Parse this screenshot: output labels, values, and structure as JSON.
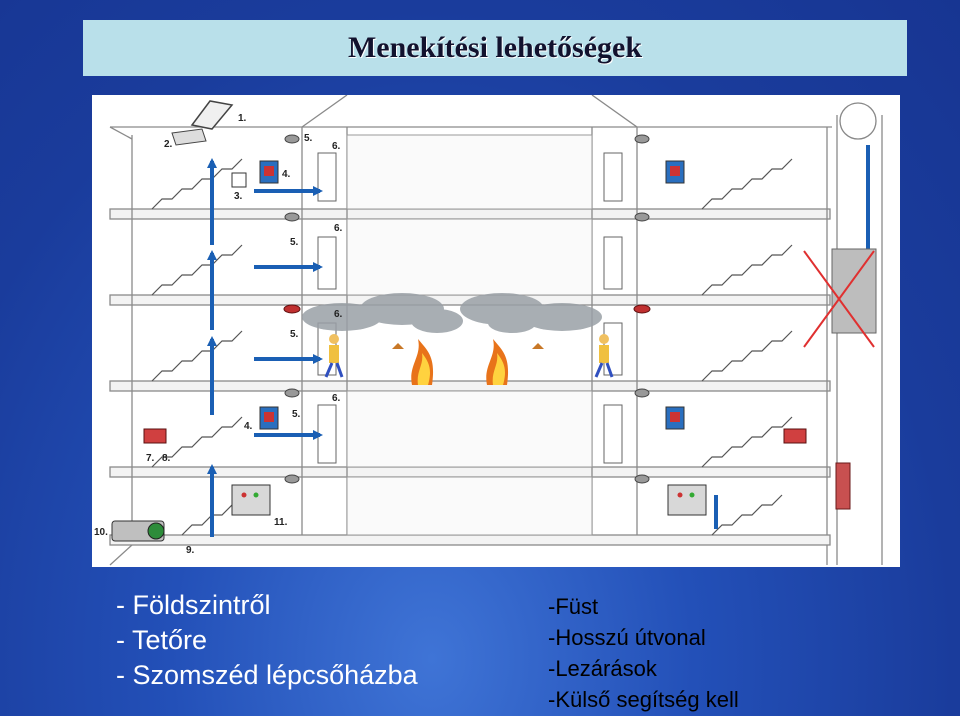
{
  "slide": {
    "title": "Menekítési lehetőségek"
  },
  "diagram": {
    "labels": {
      "n1": "1.",
      "n2": "2.",
      "n3": "3.",
      "n4": "4.",
      "n5": "5.",
      "n6": "6.",
      "n7": "7.",
      "n8": "8.",
      "n9": "9.",
      "n10": "10.",
      "n11": "11."
    }
  },
  "options": [
    "- Földszintről",
    "- Tetőre",
    "- Szomszéd lépcsőházba"
  ],
  "factors": [
    "-Füst",
    "-Hosszú útvonal",
    "-Lezárások",
    "-Külső segítség kell"
  ],
  "colors": {
    "arrow": "#1a5fb4",
    "title_bg": "#b9e0ea",
    "fire": "#e8731a",
    "cross": "#e03030"
  }
}
